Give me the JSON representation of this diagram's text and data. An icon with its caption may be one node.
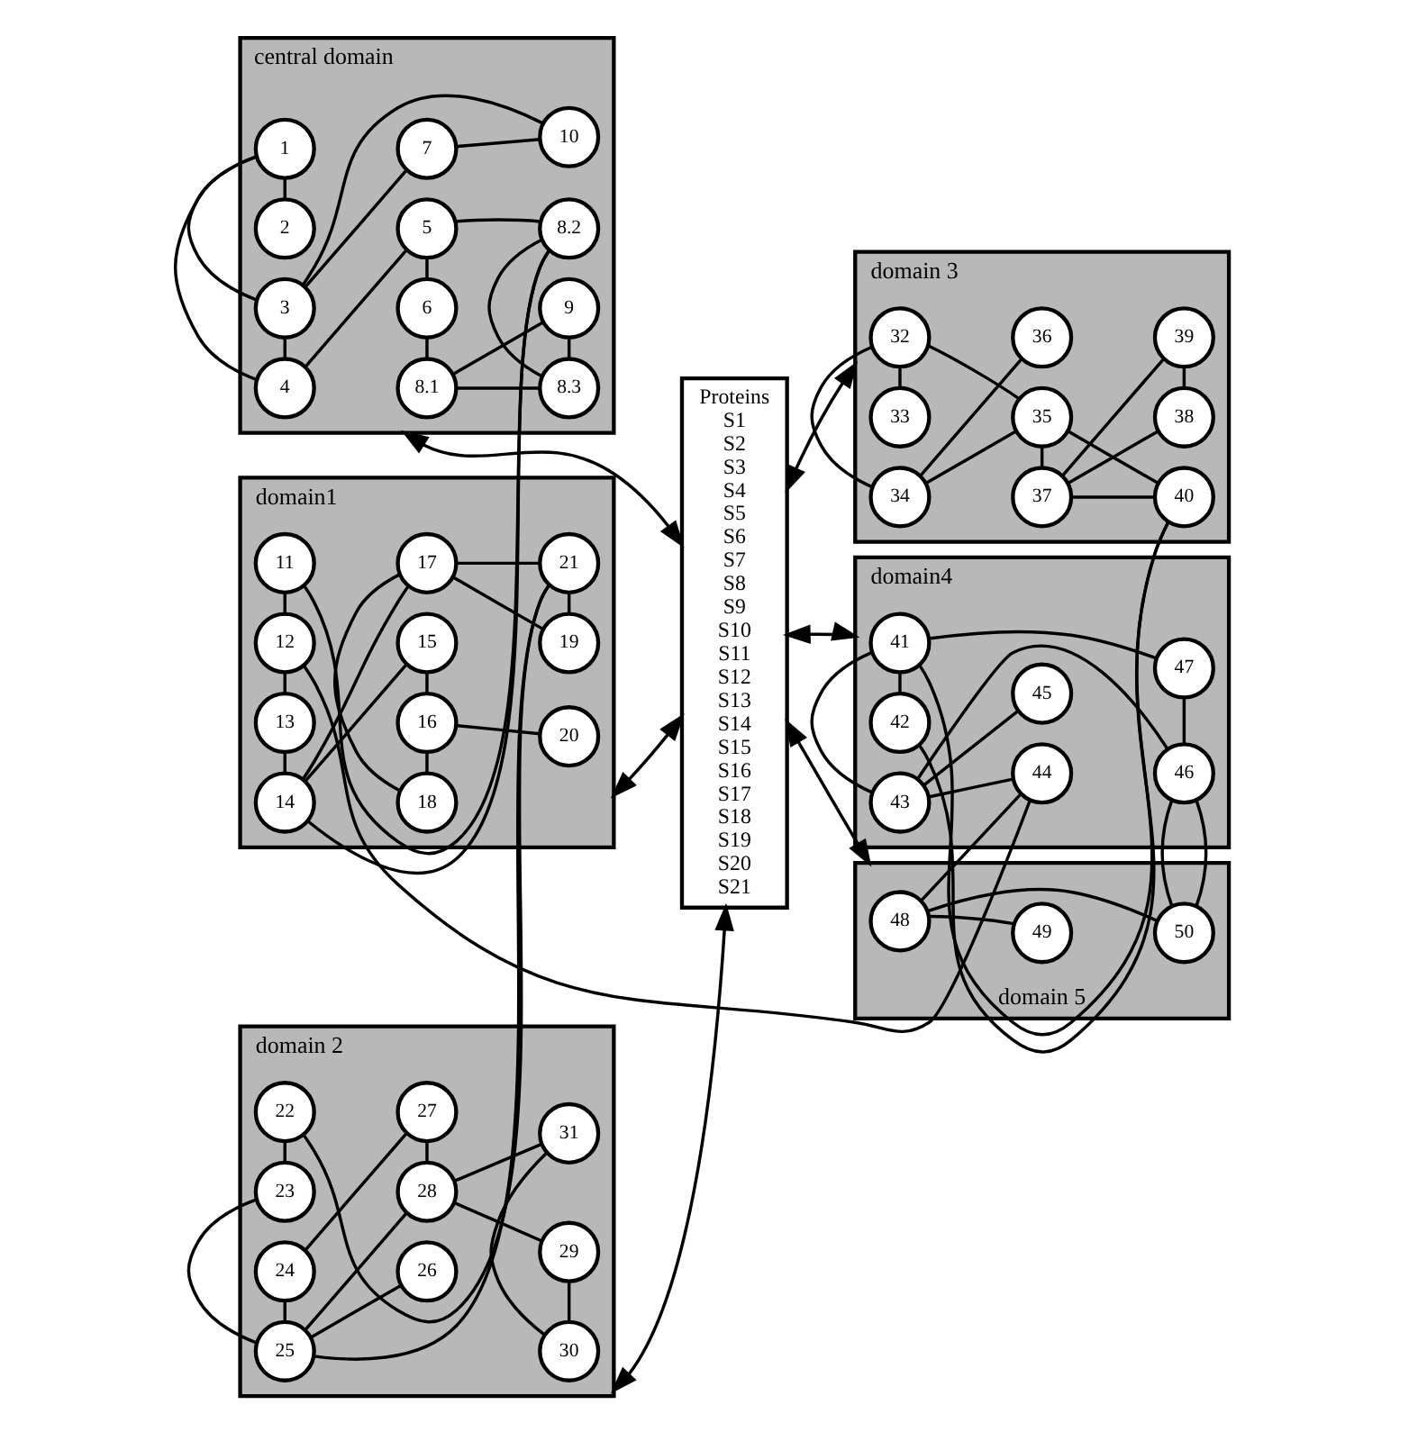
{
  "diagram": {
    "nodes": [
      {
        "text": [
          "central domain"
        ]
      },
      {
        "text": [
          "1"
        ],
        "in": 0
      },
      {
        "text": [
          "2"
        ],
        "in": 0
      },
      {
        "text": [
          "3"
        ],
        "in": 0
      },
      {
        "text": [
          "4"
        ],
        "in": 0
      },
      {
        "text": [
          "5"
        ],
        "in": 0
      },
      {
        "text": [
          "6"
        ],
        "in": 0
      },
      {
        "text": [
          "7"
        ],
        "in": 0
      },
      {
        "text": [
          "8.1"
        ],
        "in": 0
      },
      {
        "text": [
          "8.2"
        ],
        "in": 0
      },
      {
        "text": [
          "8.3"
        ],
        "in": 0
      },
      {
        "text": [
          "9"
        ],
        "in": 0
      },
      {
        "text": [
          "10"
        ],
        "in": 0
      },
      {
        "text": [
          "Proteins",
          "S1",
          "S2",
          "S3",
          "S4",
          "S5",
          "S6",
          "S7",
          "S8",
          "S9",
          "S10",
          "S11",
          "S12",
          "S13",
          "S14",
          "S15",
          "S16",
          "S17",
          "S18",
          "S19",
          "S20",
          "S21"
        ]
      },
      {
        "text": [
          "domain 3"
        ]
      },
      {
        "text": [
          "32"
        ],
        "in": 14
      },
      {
        "text": [
          "33"
        ],
        "in": 14
      },
      {
        "text": [
          "34"
        ],
        "in": 14
      },
      {
        "text": [
          "35"
        ],
        "in": 14
      },
      {
        "text": [
          "36"
        ],
        "in": 14
      },
      {
        "text": [
          "37"
        ],
        "in": 14
      },
      {
        "text": [
          "38"
        ],
        "in": 14
      },
      {
        "text": [
          "39"
        ],
        "in": 14
      },
      {
        "text": [
          "40"
        ],
        "in": 14
      },
      {
        "text": [
          "domain1"
        ]
      },
      {
        "text": [
          "11"
        ],
        "in": 24
      },
      {
        "text": [
          "12"
        ],
        "in": 24
      },
      {
        "text": [
          "13"
        ],
        "in": 24
      },
      {
        "text": [
          "14"
        ],
        "in": 24
      },
      {
        "text": [
          "15"
        ],
        "in": 24
      },
      {
        "text": [
          "16"
        ],
        "in": 24
      },
      {
        "text": [
          "17"
        ],
        "in": 24
      },
      {
        "text": [
          "18"
        ],
        "in": 24
      },
      {
        "text": [
          "19"
        ],
        "in": 24
      },
      {
        "text": [
          "20"
        ],
        "in": 24
      },
      {
        "text": [
          "21"
        ],
        "in": 24
      },
      {
        "text": [
          "domain4"
        ]
      },
      {
        "text": [
          "41"
        ],
        "in": 36
      },
      {
        "text": [
          "42"
        ],
        "in": 36
      },
      {
        "text": [
          "43"
        ],
        "in": 36
      },
      {
        "text": [
          "44"
        ],
        "in": 36
      },
      {
        "text": [
          "45"
        ],
        "in": 36
      },
      {
        "text": [
          "46"
        ],
        "in": 36
      },
      {
        "text": [
          "47"
        ],
        "in": 36
      },
      {
        "text": [
          "domain 2"
        ]
      },
      {
        "text": [
          "22"
        ],
        "in": 44
      },
      {
        "text": [
          "23"
        ],
        "in": 44
      },
      {
        "text": [
          "24"
        ],
        "in": 44
      },
      {
        "text": [
          "25"
        ],
        "in": 44
      },
      {
        "text": [
          "26"
        ],
        "in": 44
      },
      {
        "text": [
          "27"
        ],
        "in": 44
      },
      {
        "text": [
          "28"
        ],
        "in": 44
      },
      {
        "text": [
          "29"
        ],
        "in": 44
      },
      {
        "text": [
          "30"
        ],
        "in": 44
      },
      {
        "text": [
          "31"
        ],
        "in": 44
      },
      {
        "text": [
          "domain 5"
        ]
      },
      {
        "text": [
          "48"
        ],
        "in": 55
      },
      {
        "text": [
          "49"
        ],
        "in": 55
      },
      {
        "text": [
          "50"
        ],
        "in": 55
      }
    ],
    "edges": [
      {
        "from": 7,
        "to": 12,
        "arrow": "none"
      },
      {
        "from": 7,
        "to": 3,
        "arrow": "none"
      },
      {
        "from": 12,
        "to": 3,
        "arrow": "none"
      },
      {
        "from": 3,
        "to": 1,
        "arrow": "none"
      },
      {
        "from": 3,
        "to": 4,
        "arrow": "none"
      },
      {
        "from": 2,
        "to": 1,
        "arrow": "none"
      },
      {
        "from": 1,
        "to": 4,
        "arrow": "none"
      },
      {
        "from": 4,
        "to": 5,
        "arrow": "none"
      },
      {
        "from": 5,
        "to": 6,
        "arrow": "none"
      },
      {
        "from": 6,
        "to": 8,
        "arrow": "none"
      },
      {
        "from": 8,
        "to": 11,
        "arrow": "none"
      },
      {
        "from": 8,
        "to": 10,
        "arrow": "none"
      },
      {
        "from": 11,
        "to": 10,
        "arrow": "none"
      },
      {
        "from": 5,
        "to": 9,
        "arrow": "none"
      },
      {
        "from": 9,
        "to": 10,
        "arrow": "none"
      },
      {
        "from": 16,
        "to": 15,
        "arrow": "none"
      },
      {
        "from": 15,
        "to": 17,
        "arrow": "none"
      },
      {
        "from": 15,
        "to": 18,
        "arrow": "none"
      },
      {
        "from": 17,
        "to": 18,
        "arrow": "none"
      },
      {
        "from": 17,
        "to": 19,
        "arrow": "none"
      },
      {
        "from": 18,
        "to": 20,
        "arrow": "none"
      },
      {
        "from": 18,
        "to": 23,
        "arrow": "none"
      },
      {
        "from": 21,
        "to": 22,
        "arrow": "none"
      },
      {
        "from": 21,
        "to": 20,
        "arrow": "none"
      },
      {
        "from": 22,
        "to": 20,
        "arrow": "none"
      },
      {
        "from": 20,
        "to": 23,
        "arrow": "none"
      },
      {
        "from": 25,
        "to": 26,
        "arrow": "none"
      },
      {
        "from": 26,
        "to": 27,
        "arrow": "none"
      },
      {
        "from": 27,
        "to": 28,
        "arrow": "none"
      },
      {
        "from": 28,
        "to": 29,
        "arrow": "none"
      },
      {
        "from": 29,
        "to": 30,
        "arrow": "none"
      },
      {
        "from": 30,
        "to": 34,
        "arrow": "none"
      },
      {
        "from": 30,
        "to": 32,
        "arrow": "none"
      },
      {
        "from": 32,
        "to": 31,
        "arrow": "none"
      },
      {
        "from": 28,
        "to": 31,
        "arrow": "none"
      },
      {
        "from": 31,
        "to": 33,
        "arrow": "none"
      },
      {
        "from": 31,
        "to": 35,
        "arrow": "none"
      },
      {
        "from": 33,
        "to": 35,
        "arrow": "none"
      },
      {
        "from": 38,
        "to": 37,
        "arrow": "none"
      },
      {
        "from": 37,
        "to": 39,
        "arrow": "none"
      },
      {
        "from": 37,
        "to": 43,
        "arrow": "none"
      },
      {
        "from": 39,
        "to": 40,
        "arrow": "none"
      },
      {
        "from": 39,
        "to": 41,
        "arrow": "none"
      },
      {
        "from": 39,
        "to": 42,
        "arrow": "none"
      },
      {
        "from": 43,
        "to": 42,
        "arrow": "none"
      },
      {
        "from": 45,
        "to": 46,
        "arrow": "none"
      },
      {
        "from": 46,
        "to": 48,
        "arrow": "none"
      },
      {
        "from": 48,
        "to": 49,
        "arrow": "none"
      },
      {
        "from": 48,
        "to": 47,
        "arrow": "none"
      },
      {
        "from": 47,
        "to": 50,
        "arrow": "none"
      },
      {
        "from": 48,
        "to": 51,
        "arrow": "none"
      },
      {
        "from": 50,
        "to": 51,
        "arrow": "none"
      },
      {
        "from": 51,
        "to": 54,
        "arrow": "none"
      },
      {
        "from": 51,
        "to": 52,
        "arrow": "none"
      },
      {
        "from": 52,
        "to": 53,
        "arrow": "none"
      },
      {
        "from": 53,
        "to": 54,
        "arrow": "none"
      },
      {
        "from": 56,
        "to": 57,
        "arrow": "none"
      },
      {
        "from": 56,
        "to": 58,
        "arrow": "none"
      },
      {
        "from": 9,
        "to": 25,
        "arrow": "none"
      },
      {
        "from": 9,
        "to": 28,
        "arrow": "none"
      },
      {
        "from": 26,
        "to": 40,
        "arrow": "none"
      },
      {
        "from": 23,
        "to": 38,
        "arrow": "none"
      },
      {
        "from": 23,
        "to": 37,
        "arrow": "none"
      },
      {
        "from": 35,
        "to": 45,
        "arrow": "none"
      },
      {
        "from": 35,
        "to": 48,
        "arrow": "none"
      },
      {
        "from": 40,
        "to": 56,
        "arrow": "none"
      },
      {
        "from": 42,
        "to": 58,
        "arrow": "none"
      },
      {
        "from": 0,
        "to": 13,
        "arrow": "both"
      },
      {
        "from": 13,
        "to": 14,
        "arrow": "both"
      },
      {
        "from": 24,
        "to": 13,
        "arrow": "both"
      },
      {
        "from": 13,
        "to": 36,
        "arrow": "both"
      },
      {
        "from": 44,
        "to": 13,
        "arrow": "both"
      },
      {
        "from": 13,
        "to": 55,
        "arrow": "both"
      }
    ]
  }
}
